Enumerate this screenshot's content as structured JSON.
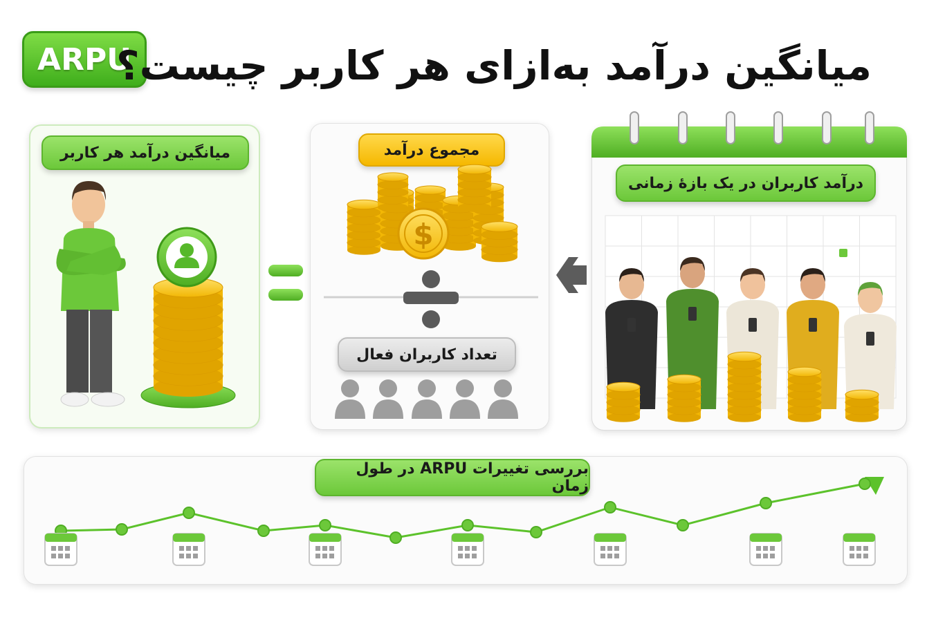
{
  "badge": "ARPU",
  "title": "میانگین درآمد به‌ازای هر کاربر چیست؟",
  "result_panel": {
    "label": "میانگین درآمد هر کاربر"
  },
  "formula_panel": {
    "numerator_label": "مجموع درآمد",
    "denominator_label": "تعداد کاربران فعال"
  },
  "calendar_panel": {
    "label": "درآمد کاربران در یک بازهٔ زمانی"
  },
  "trend_panel": {
    "label": "بررسی تغییرات ARPU در طول زمان"
  },
  "colors": {
    "green": "#6cc83a",
    "yellow": "#f5b800",
    "gray": "#9e9e9e",
    "line": "#5cc22b"
  },
  "icons": [
    "equals-icon",
    "division-icon",
    "arrow-left-icon",
    "dollar-icon",
    "user-icon",
    "calendar-icon",
    "trend-arrow-icon"
  ]
}
